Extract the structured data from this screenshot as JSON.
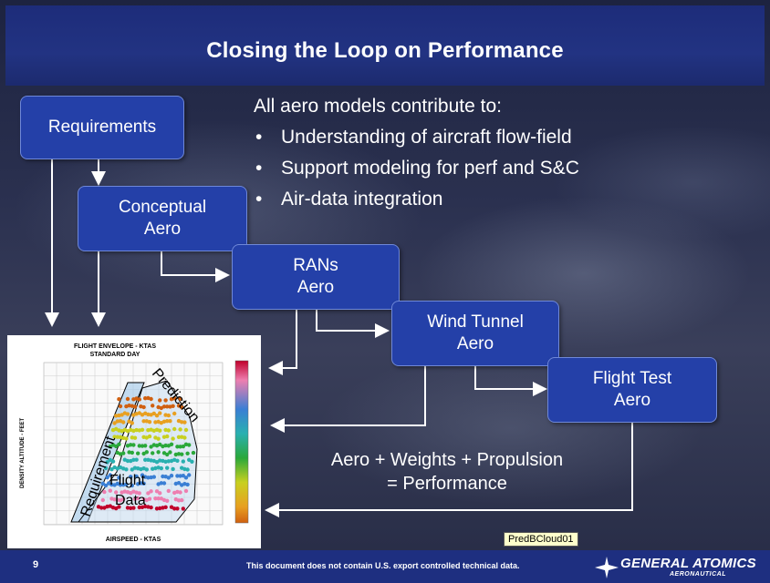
{
  "slide": {
    "title": "Closing the Loop on Performance",
    "boxes": {
      "requirements": "Requirements",
      "conceptual_line1": "Conceptual",
      "conceptual_line2": "Aero",
      "rans_line1": "RANs",
      "rans_line2": "Aero",
      "wind_line1": "Wind Tunnel",
      "wind_line2": "Aero",
      "flight_line1": "Flight Test",
      "flight_line2": "Aero"
    },
    "bullets": {
      "heading": "All aero models contribute to:",
      "items": [
        "Understanding of aircraft flow-field",
        "Support modeling for perf and S&C",
        "Air-data integration"
      ]
    },
    "performance": {
      "line1": "Aero + Weights + Propulsion",
      "line2": "= Performance"
    },
    "chart": {
      "title": "FLIGHT ENVELOPE - KTAS",
      "subtitle": "STANDARD DAY",
      "xlabel": "AIRSPEED - KTAS",
      "ylabel": "DENSITY ALTITUDE - FEET",
      "overlay_prediction": "Prediction",
      "overlay_requirement": "Requirement",
      "overlay_flight": "Flight",
      "overlay_data": "Data"
    },
    "tag": "PredBCloud01",
    "footer": {
      "page": "9",
      "disclaimer": "This document does not contain U.S. export controlled technical data.",
      "logo_name": "GENERAL ATOMICS",
      "logo_sub": "AERONAUTICAL"
    },
    "colors": {
      "title_bar": "#223382",
      "box_fill": "#2440a8",
      "footer": "#1e2f80"
    }
  }
}
